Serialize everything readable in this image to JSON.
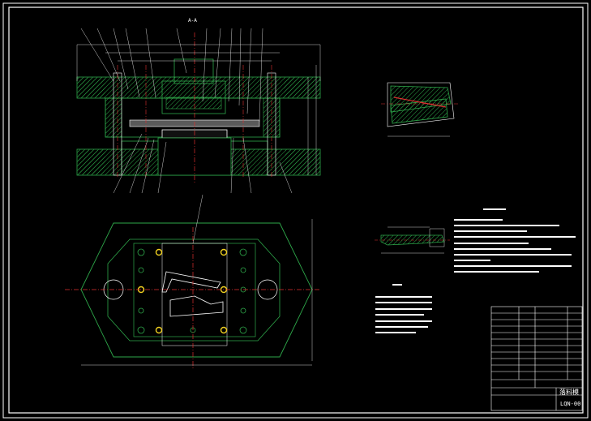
{
  "drawing": {
    "section_label": "A-A",
    "title_block": {
      "name": "落料模",
      "code": "LQN-00"
    }
  },
  "colors": {
    "background": "#000000",
    "outline": "#ffffff",
    "part": "#2ea84a",
    "centerline": "#e03030",
    "bolt": "#f0d020",
    "hatch": "#20c040"
  }
}
